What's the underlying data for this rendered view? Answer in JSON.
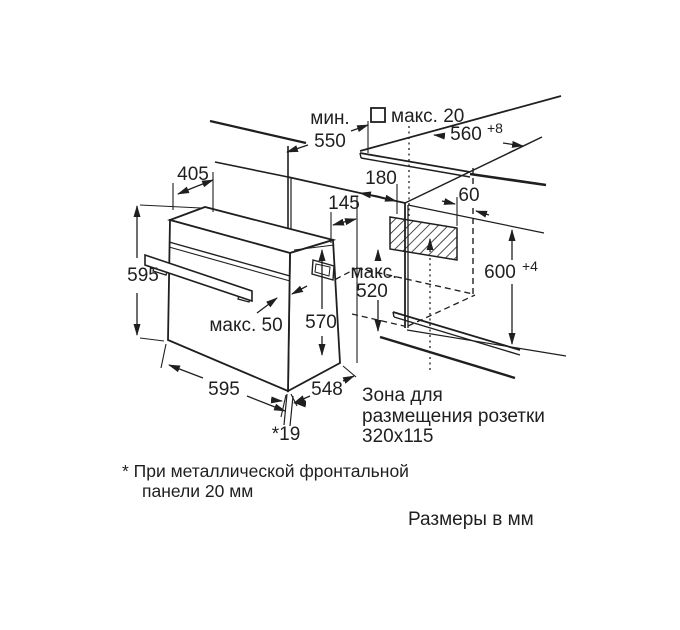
{
  "diagram": {
    "dims": {
      "d405": "405",
      "h595": "595",
      "w595": "595",
      "d548": "548",
      "h570": "570",
      "t19": "*19",
      "max50": "макс. 50",
      "min550_label": "мин.",
      "min550_value": "550",
      "max20": "макс. 20",
      "w560": "560",
      "w560_tol": "+8",
      "d180": "180",
      "d145": "145",
      "d60": "60",
      "h600": "600",
      "h600_tol": "+4",
      "max520_label": "макс.",
      "max520_value": "520"
    },
    "socket_zone": {
      "line1": "Зона для",
      "line2": "размещения розетки",
      "line3": "320x115"
    },
    "footnote_line1": "* При металлической фронтальной",
    "footnote_line2": "панели 20 мм",
    "units_note": "Размеры в мм",
    "colors": {
      "ink": "#1f1f1f",
      "bg": "#ffffff"
    }
  }
}
